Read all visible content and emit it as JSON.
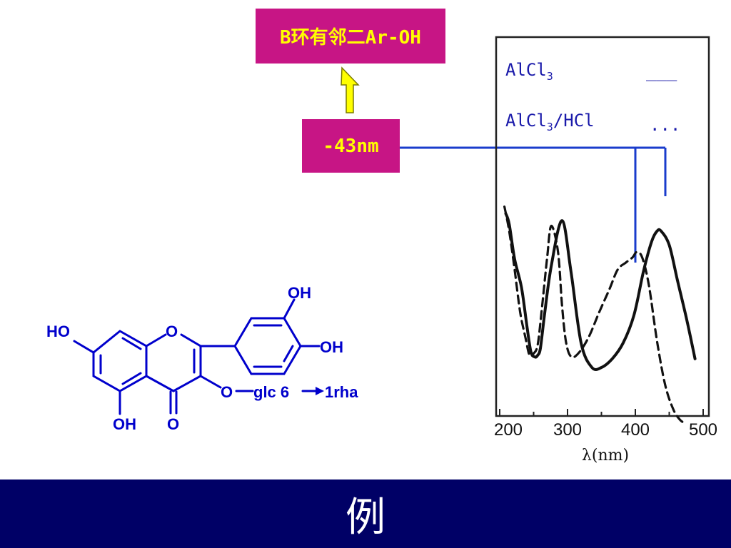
{
  "box_top": "B环有邻二Ar-OH",
  "box_mid": "-43nm",
  "footer": "例",
  "molecule": {
    "ho_left": "HO",
    "ring_o": "O",
    "oh_top": "OH",
    "oh_right": "OH",
    "substituent": "O",
    "glc": "glc 6",
    "rha": "1rha",
    "oh_bottom": "OH",
    "carbonyl_o": "O"
  },
  "colors": {
    "box_bg": "#c71585",
    "box_text": "#ffff00",
    "arrow": "#ffff00",
    "molecule": "#0000cc",
    "link_line": "#1a3ccc",
    "footer_bg": "#000066"
  },
  "chart_data": {
    "type": "line",
    "x_ticks": [
      200,
      300,
      400,
      500
    ],
    "xlabel": "λ(nm)",
    "xlim": [
      200,
      500
    ],
    "legend": [
      {
        "name": "AlCl3",
        "main": "AlCl",
        "sub": "3",
        "tail": "",
        "sample": "___"
      },
      {
        "name": "AlCl3/HCl",
        "main": "AlCl",
        "sub": "3",
        "tail": "/HCl",
        "sample": "..."
      }
    ],
    "series": [
      {
        "name": "AlCl3",
        "style": "solid",
        "x": [
          209,
          214,
          222,
          232,
          240,
          246,
          252,
          256,
          260,
          266,
          276,
          292,
          305,
          320,
          336,
          350,
          366,
          382,
          398,
          412,
          424,
          432,
          438,
          450,
          462,
          476,
          488
        ],
        "y": [
          0.88,
          0.82,
          0.62,
          0.46,
          0.24,
          0.09,
          0.06,
          0.07,
          0.11,
          0.3,
          0.58,
          0.84,
          0.55,
          0.14,
          0.0,
          0.0,
          0.05,
          0.14,
          0.3,
          0.55,
          0.72,
          0.78,
          0.78,
          0.7,
          0.5,
          0.27,
          0.05
        ]
      },
      {
        "name": "AlCl3/HCl",
        "style": "dashed",
        "x": [
          207,
          214,
          222,
          230,
          238,
          244,
          250,
          256,
          262,
          270,
          276,
          286,
          292,
          298,
          306,
          318,
          332,
          346,
          362,
          374,
          386,
          396,
          402,
          410,
          420,
          432,
          444,
          456,
          466,
          474
        ],
        "y": [
          0.92,
          0.78,
          0.56,
          0.32,
          0.17,
          0.07,
          0.08,
          0.13,
          0.33,
          0.63,
          0.81,
          0.66,
          0.35,
          0.14,
          0.06,
          0.09,
          0.18,
          0.31,
          0.45,
          0.56,
          0.6,
          0.63,
          0.66,
          0.63,
          0.47,
          0.15,
          -0.1,
          -0.24,
          -0.3,
          -0.32
        ]
      }
    ]
  }
}
